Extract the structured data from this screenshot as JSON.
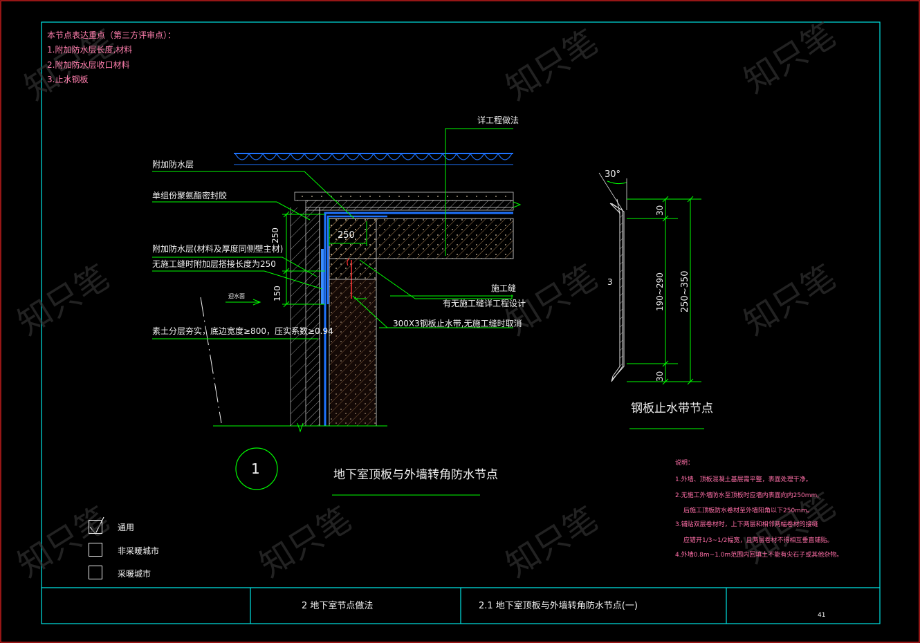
{
  "review_points": {
    "heading": "本节点表达重点（第三方评审点）：",
    "items": [
      "1.附加防水层长度,材料",
      "2.附加防水层收口材料",
      "3.止水钢板"
    ]
  },
  "labels": {
    "project_design": "详工程做法",
    "extra_waterproof": "附加防水层",
    "sealant": "单组份聚氨酯密封胶",
    "extra_waterproof_material": "附加防水层(材料及厚度同侧壁主材)",
    "no_joint_overlap": "无施工缝时附加层搭接长度为250",
    "water_side": "迎水面",
    "backfill": "素土分层夯实，底边宽度≥800，压实系数≥0.94",
    "construction_joint": "施工缝",
    "joint_design": "有无施工缝详工程设计",
    "steel_plate": "300X3钢板止水带,无施工缝时取消"
  },
  "dims": {
    "d250_vertical": "250",
    "d150": "150",
    "d250_horizontal": "250",
    "angle": "30°",
    "d3": "3",
    "d30_top": "30",
    "d190_290": "190~290",
    "d250_350": "250~350",
    "d30_bottom": "30"
  },
  "detail": {
    "number": "1",
    "title": "地下室顶板与外墙转角防水节点",
    "steel_title": "钢板止水带节点"
  },
  "notes": {
    "heading": "说明：",
    "lines": [
      "1.外墙、顶板混凝土基层需平整，表面处理干净。",
      "2.无施工外墙防水至顶板时应墙内表面向内250mm,",
      "后施工顶板防水卷材至外墙阳角以下250mm。",
      "3.铺贴双层卷材时，上下两层和相邻两幅卷材的接缝",
      "应错开1/3~1/2幅宽，且两层卷材不得相互垂直铺贴。",
      "4.外墙0.8m~1.0m范围内回填土不能有尖石子或其他杂物。"
    ]
  },
  "legend": {
    "items": [
      {
        "label": "通用",
        "checked": true
      },
      {
        "label": "非采暖城市",
        "checked": false
      },
      {
        "label": "采暖城市",
        "checked": false
      }
    ]
  },
  "title_block": {
    "chapter": "2  地下室节点做法",
    "section": "2.1  地下室顶板与外墙转角防水节点(一)",
    "page": "41"
  },
  "watermark": "知只笔",
  "colors": {
    "frame": "#00e5e5",
    "dim": "#00ff00",
    "annotation": "#f2f2f2",
    "heading": "#ff7fae",
    "waterproof": "#1e73ff",
    "hatch": "#b8a080",
    "plate": "#ff3030"
  }
}
